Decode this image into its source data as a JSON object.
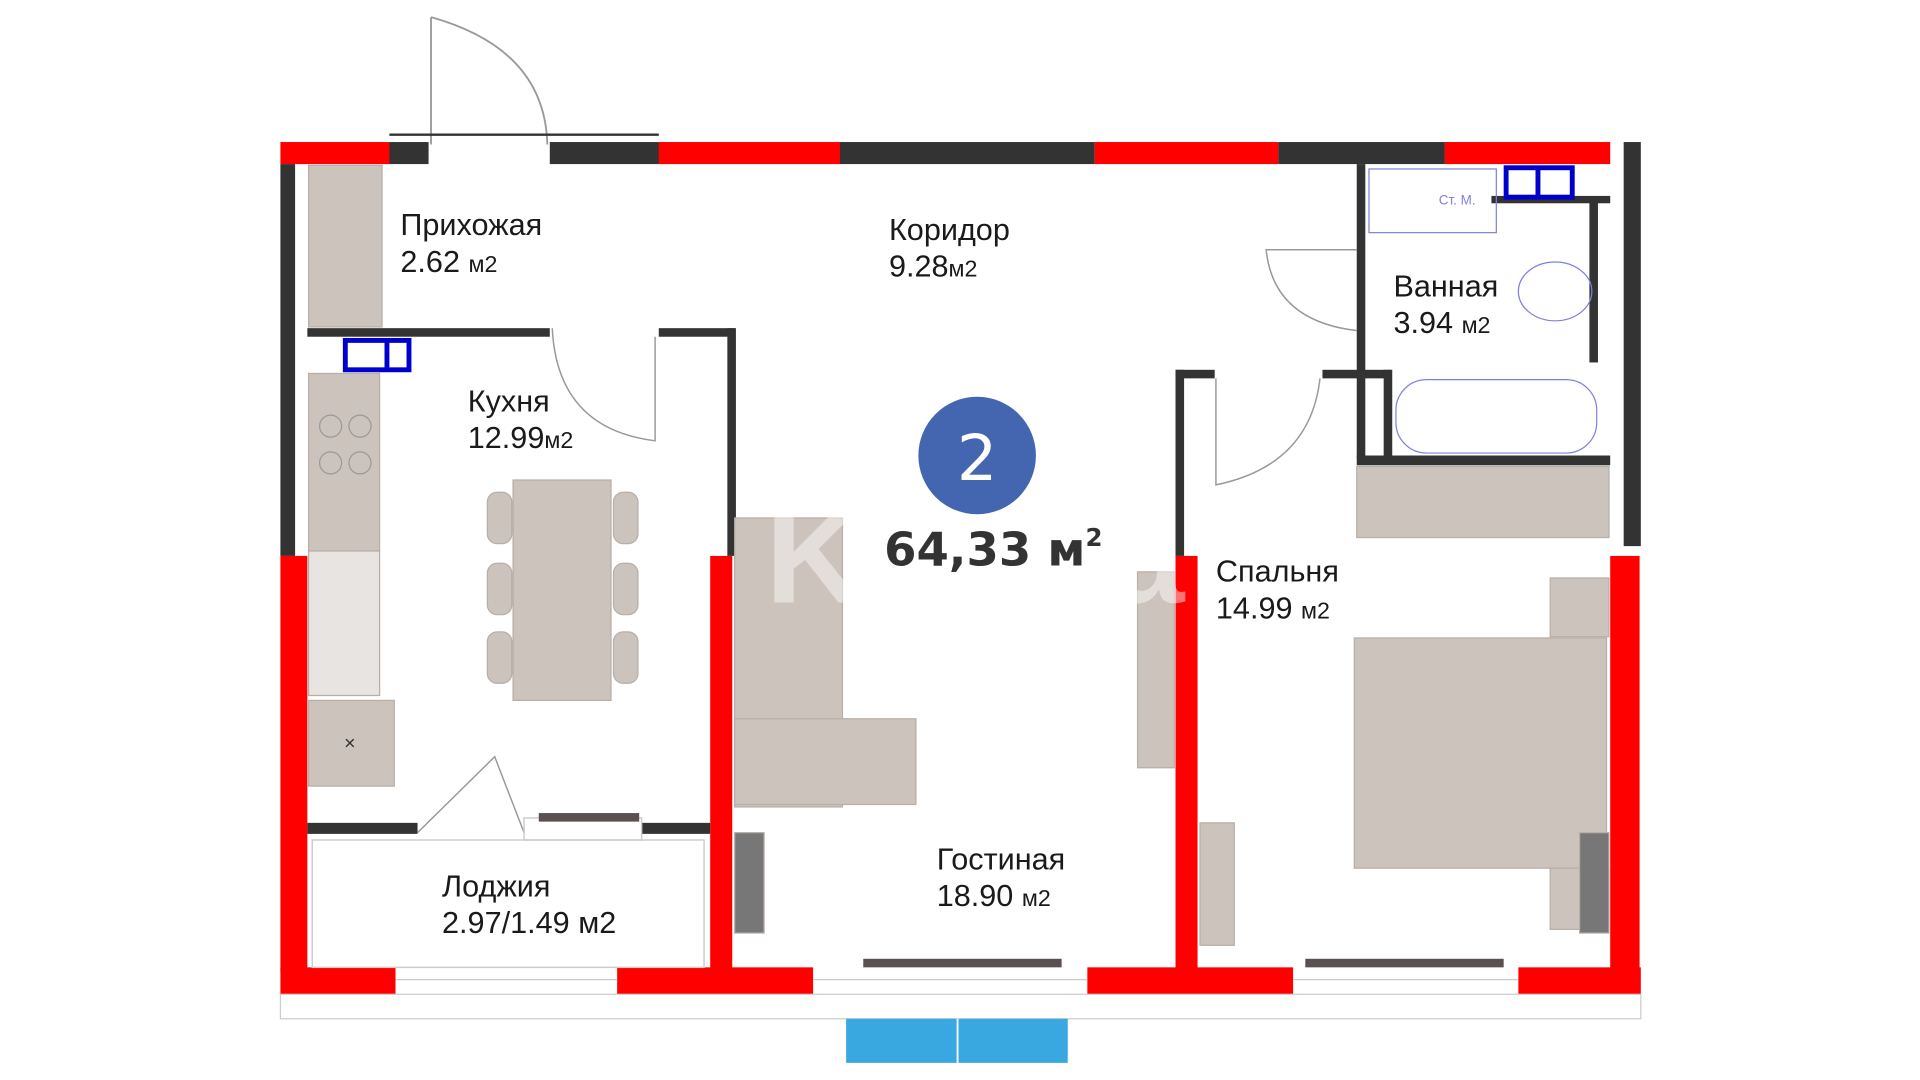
{
  "plan": {
    "room_count": "2",
    "total_area": "64,33 м",
    "total_area_sup": "2",
    "watermark": "Krisha",
    "colors": {
      "wall_external": "#ff0000",
      "wall_internal": "#333333",
      "furniture": "#cdc3bd",
      "badge": "#4466b0",
      "window_blue": "#0000cc",
      "balcony_blue": "#3aa8e0"
    },
    "fixture_label": "Ст. М.",
    "rooms": [
      {
        "name": "Прихожая",
        "area": "2.62",
        "unit": "м2"
      },
      {
        "name": "Коридор",
        "area": "9.28",
        "unit": "м2"
      },
      {
        "name": "Ванная",
        "area": "3.94",
        "unit": "м2"
      },
      {
        "name": "Кухня",
        "area": "12.99",
        "unit": "м2"
      },
      {
        "name": "Спальня",
        "area": "14.99",
        "unit": "м2"
      },
      {
        "name": "Гостиная",
        "area": "18.90",
        "unit": "м2"
      },
      {
        "name": "Лоджия",
        "area": "2.97/1.49",
        "unit": "м2"
      }
    ]
  }
}
